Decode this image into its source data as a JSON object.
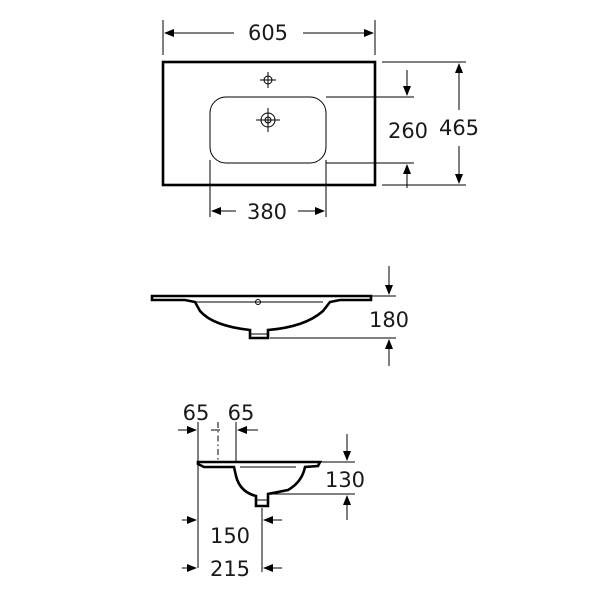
{
  "top_view": {
    "width_label": "605",
    "depth_label": "465",
    "bowl_depth_label": "260",
    "bowl_width_label": "380"
  },
  "front_view": {
    "height_label": "180"
  },
  "side_view": {
    "offset_left_label": "65",
    "offset_right_label": "65",
    "bowl_height_label": "130",
    "drain_distance_label": "150",
    "total_depth_label": "215"
  },
  "colors": {
    "line": "#000000",
    "text": "#1a1a1a"
  }
}
